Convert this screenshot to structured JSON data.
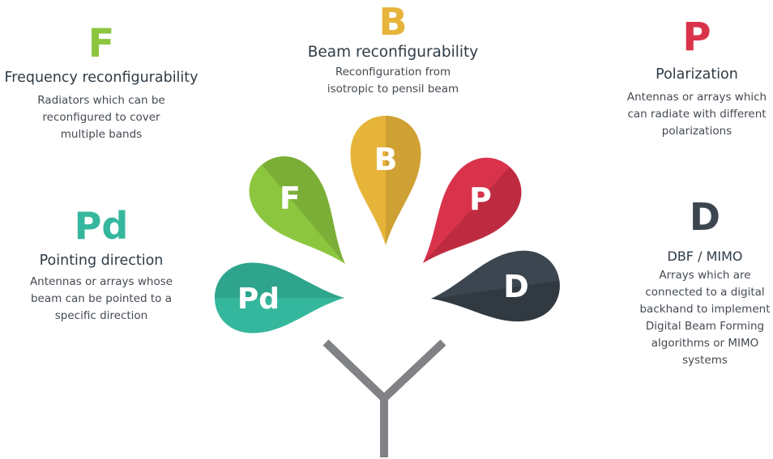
{
  "colors": {
    "frequency": "#8cc63f",
    "beam": "#e7b43a",
    "polarization": "#d9324b",
    "pointing": "#35b79d",
    "dbf": "#3c4650",
    "stem": "#808285"
  },
  "items": {
    "frequency": {
      "letter": "F",
      "title": "Frequency reconfigurability",
      "description": "Radiators which can be\nreconfigured to cover\nmultiple bands"
    },
    "beam": {
      "letter": "B",
      "title": "Beam reconfigurability",
      "description": "Reconfiguration from\nisotropic to pensil beam"
    },
    "polarization": {
      "letter": "P",
      "title": "Polarization",
      "description": "Antennas or arrays which\ncan radiate with different\npolarizations"
    },
    "pointing": {
      "letter": "Pd",
      "title": "Pointing direction",
      "description": "Antennas or arrays whose\nbeam can be pointed to a\nspecific direction"
    },
    "dbf": {
      "letter": "D",
      "title": "DBF / MIMO",
      "description": "Arrays which are\nconnected to a digital\nbackhand to implement\nDigital Beam Forming\nalgorithms or MIMO\nsystems"
    }
  }
}
